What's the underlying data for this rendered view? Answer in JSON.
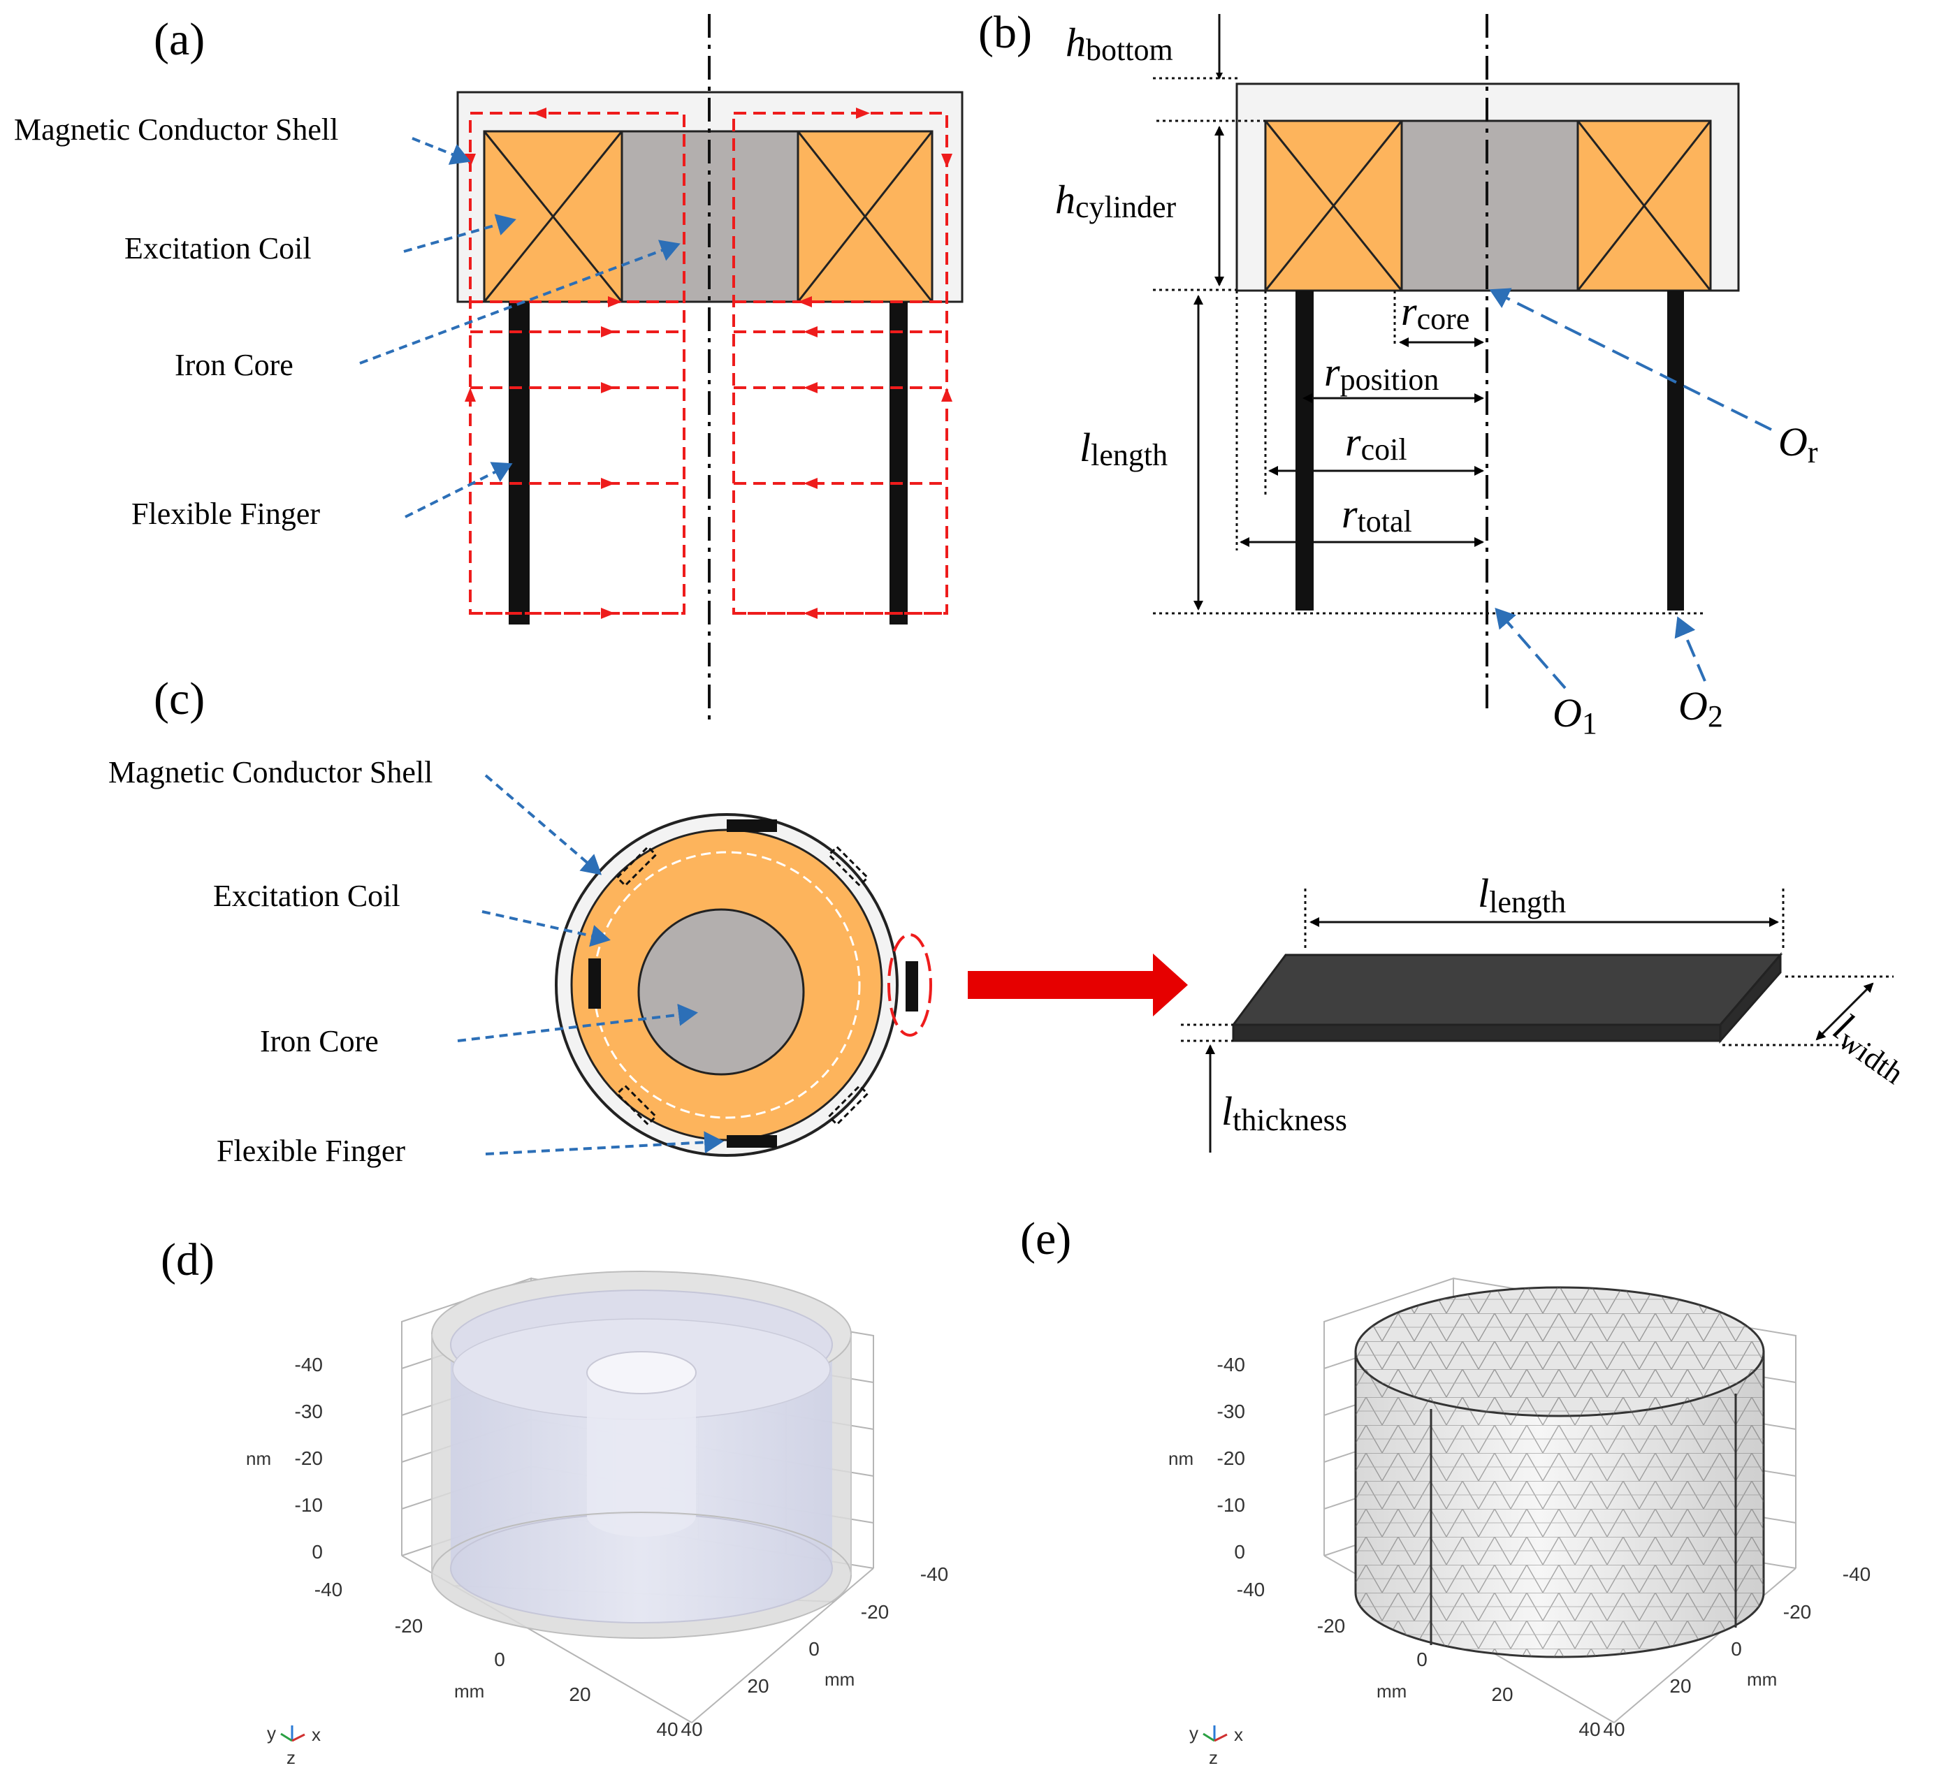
{
  "panels": {
    "a": {
      "label": "(a)",
      "annotations": [
        "Magnetic Conductor Shell",
        "Excitation Coil",
        "Iron Core",
        "Flexible Finger"
      ]
    },
    "b": {
      "label": "(b)",
      "dims": [
        {
          "sym": "h",
          "sub": "bottom"
        },
        {
          "sym": "h",
          "sub": "cylinder"
        },
        {
          "sym": "l",
          "sub": "length"
        },
        {
          "sym": "r",
          "sub": "core"
        },
        {
          "sym": "r",
          "sub": "position"
        },
        {
          "sym": "r",
          "sub": "coil"
        },
        {
          "sym": "r",
          "sub": "total"
        }
      ],
      "origins": [
        {
          "sym": "O",
          "sub": "r"
        },
        {
          "sym": "O",
          "sub": "1"
        },
        {
          "sym": "O",
          "sub": "2"
        }
      ]
    },
    "c": {
      "label": "(c)",
      "annotations": [
        "Magnetic Conductor Shell",
        "Excitation Coil",
        "Iron Core",
        "Flexible Finger"
      ],
      "dims": [
        {
          "sym": "l",
          "sub": "length"
        },
        {
          "sym": "l",
          "sub": "width"
        },
        {
          "sym": "l",
          "sub": "thickness"
        }
      ]
    },
    "d": {
      "label": "(d)",
      "z_ticks": [
        "-40",
        "-30",
        "-20",
        "-10",
        "0"
      ],
      "z_unit": "nm",
      "x_ticks": [
        "-40",
        "-20",
        "0",
        "20",
        "40"
      ],
      "x_unit": "mm",
      "y_ticks": [
        "-40",
        "-20",
        "0",
        "20",
        "40"
      ],
      "y_unit": "mm",
      "triad": {
        "y": "y",
        "z": "z",
        "x": "x"
      }
    },
    "e": {
      "label": "(e)",
      "z_ticks": [
        "-40",
        "-30",
        "-20",
        "-10",
        "0"
      ],
      "z_unit": "nm",
      "x_ticks": [
        "-40",
        "-20",
        "0",
        "20",
        "40"
      ],
      "x_unit": "mm",
      "y_ticks": [
        "-40",
        "-20",
        "0",
        "20",
        "40"
      ],
      "y_unit": "mm",
      "triad": {
        "y": "y",
        "z": "z",
        "x": "x"
      }
    }
  },
  "colors": {
    "coil": "#FDB45C",
    "core": "#B3AFAE",
    "shell": "#F3F3F3",
    "flux": "#EE1C1C",
    "leader": "#2C6FB7",
    "finger": "#111111",
    "arrow": "#E60000",
    "strip": "#3F3F3F",
    "mesh": "#555555"
  }
}
